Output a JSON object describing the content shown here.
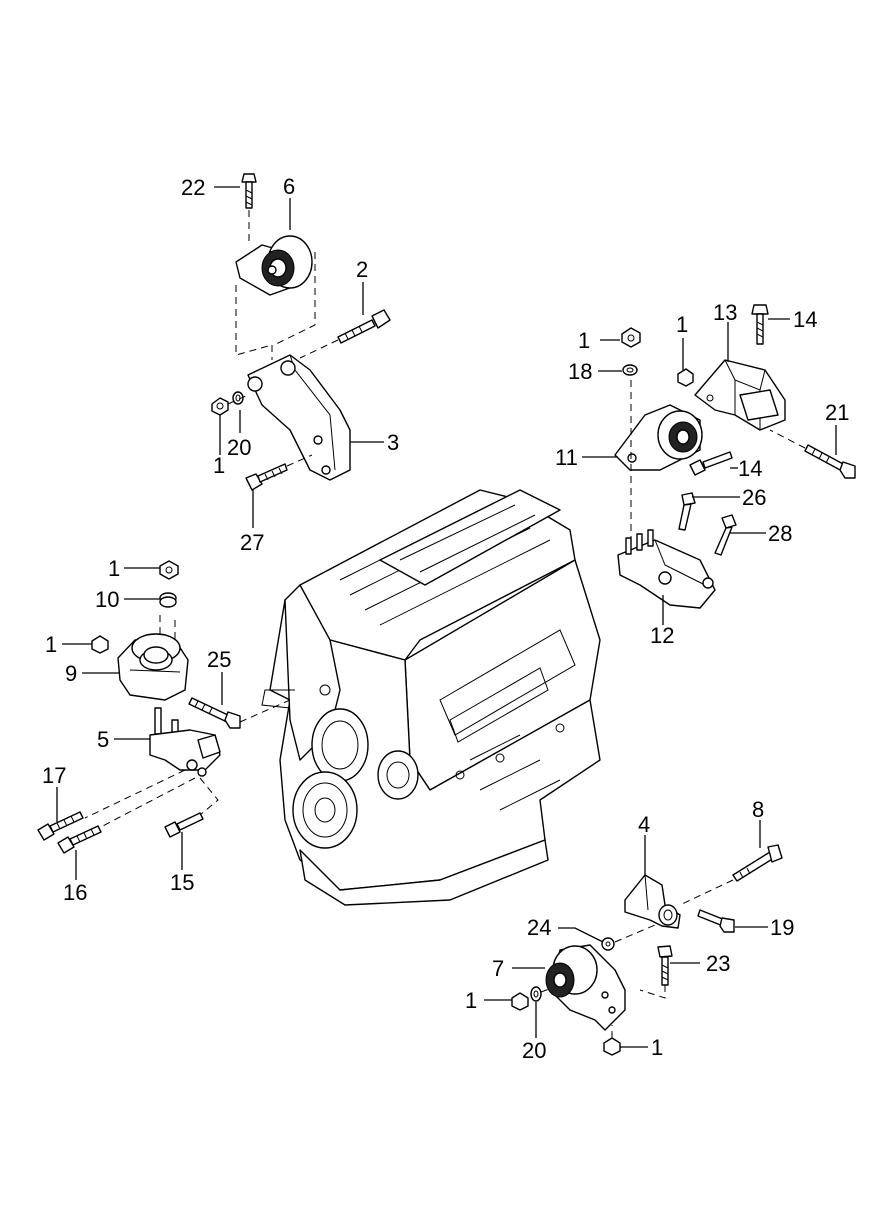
{
  "callouts": {
    "c22": "22",
    "c6": "6",
    "c2": "2",
    "c1_top": "1",
    "c20_top": "20",
    "c3": "3",
    "c27": "27",
    "c1_r1": "1",
    "c1_r2": "1",
    "c13": "13",
    "c14_top": "14",
    "c18": "18",
    "c21": "21",
    "c11": "11",
    "c14_mid": "14",
    "c26": "26",
    "c28": "28",
    "c12": "12",
    "c1_l1": "1",
    "c10": "10",
    "c1_l2": "1",
    "c9": "9",
    "c25": "25",
    "c5": "5",
    "c17": "17",
    "c16": "16",
    "c15": "15",
    "c4": "4",
    "c8": "8",
    "c24": "24",
    "c19": "19",
    "c7": "7",
    "c23": "23",
    "c1_b1": "1",
    "c20_b": "20",
    "c1_b2": "1"
  },
  "icons": {
    "bolt": "bolt-icon",
    "nut": "nut-icon",
    "washer": "washer-icon",
    "engine": "engine-block-icon",
    "mount": "engine-mount-icon",
    "bracket": "mount-bracket-icon"
  }
}
